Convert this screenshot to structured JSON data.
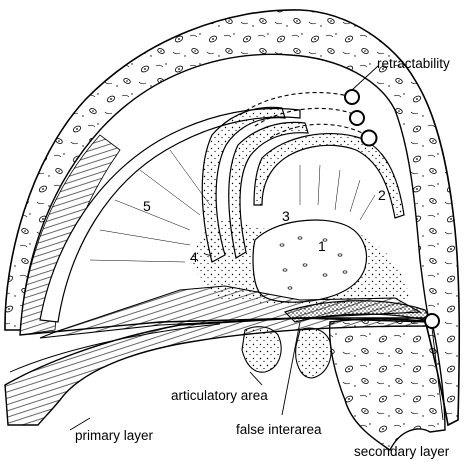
{
  "figure": {
    "labels": {
      "retractability": "retractability",
      "articulatory_area": "articulatory area",
      "primary_layer": "primary layer",
      "false_interarea": "false interarea",
      "secondary_layer": "secondary layer"
    },
    "numbers": {
      "n1": "1",
      "n2": "2",
      "n3": "3",
      "n4": "4",
      "n5": "5"
    },
    "colors": {
      "ink": "#000000",
      "paper": "#ffffff"
    }
  }
}
